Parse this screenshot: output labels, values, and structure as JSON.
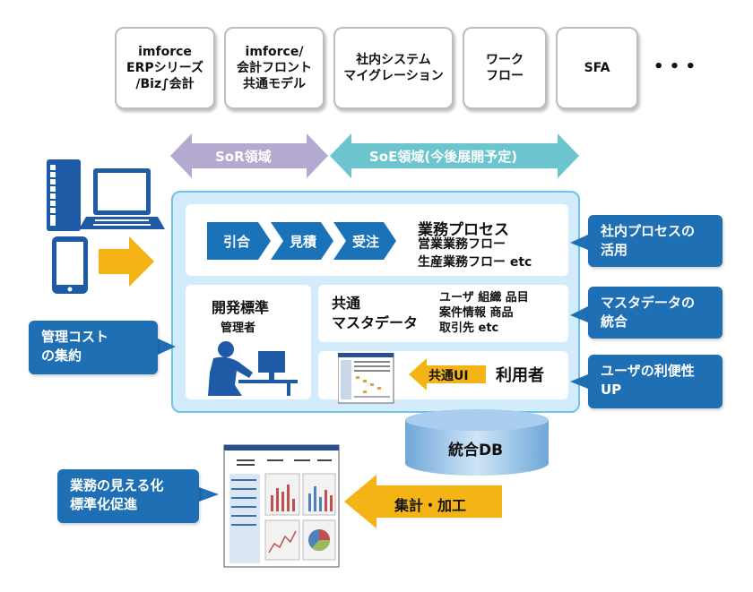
{
  "top_boxes": [
    {
      "label": "imforce\nERPシリーズ\n/Biz∫会計"
    },
    {
      "label": "imforce/\n会計フロント\n共通モデル"
    },
    {
      "label": "社内システム\nマイグレーション"
    },
    {
      "label": "ワーク\nフロー"
    },
    {
      "label": "SFA"
    }
  ],
  "ellipsis": "• • •",
  "sor_label": "SoR領域",
  "soe_label": "SoE領域(今後展開予定)",
  "process_steps": [
    "引合",
    "見積",
    "受注"
  ],
  "business_process": {
    "title": "業務プロセス",
    "lines": "営業業務フロー\n生産業務フロー etc"
  },
  "dev_standard": {
    "title": "開発標準",
    "sub": "管理者"
  },
  "master": {
    "title": "共通\nマスタデータ",
    "items": "ユーザ 組織 品目\n案件情報 商品\n取引先 etc"
  },
  "common_ui": "共通UI",
  "user_label": "利用者",
  "db_label": "統合DB",
  "aggregate_label": "集計・加工",
  "right_labels": [
    "社内プロセスの\n活用",
    "マスタデータの\n統合",
    "ユーザの利便性\nUP"
  ],
  "left_labels": [
    "管理コスト\nの集約",
    "業務の見える化\n標準化促進"
  ],
  "colors": {
    "sor": "#b4a9cf",
    "soe": "#6cc4cf",
    "panel": "#d3ecfb",
    "chevron": "#1a73b8",
    "label_blue": "#1f6fb4",
    "arrow_yellow": "#f4b416"
  }
}
